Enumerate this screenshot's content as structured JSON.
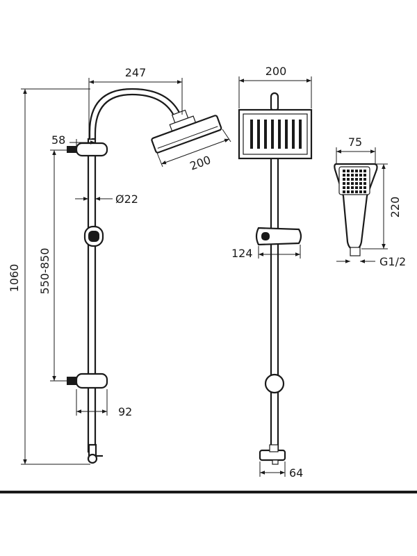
{
  "dimensions": {
    "rail_width": "247",
    "head_diameter": "200",
    "total_height": "1060",
    "wall_offset": "58",
    "bracket_spacing": "550-850",
    "pipe_diameter": "Ø22",
    "bracket_depth": "92",
    "front_head_width": "200",
    "holder_width": "124",
    "mixer_width": "64",
    "hand_width": "75",
    "hand_length": "220",
    "thread": "G1/2"
  },
  "colors": {
    "line": "#1a1a1a",
    "background": "#ffffff"
  }
}
